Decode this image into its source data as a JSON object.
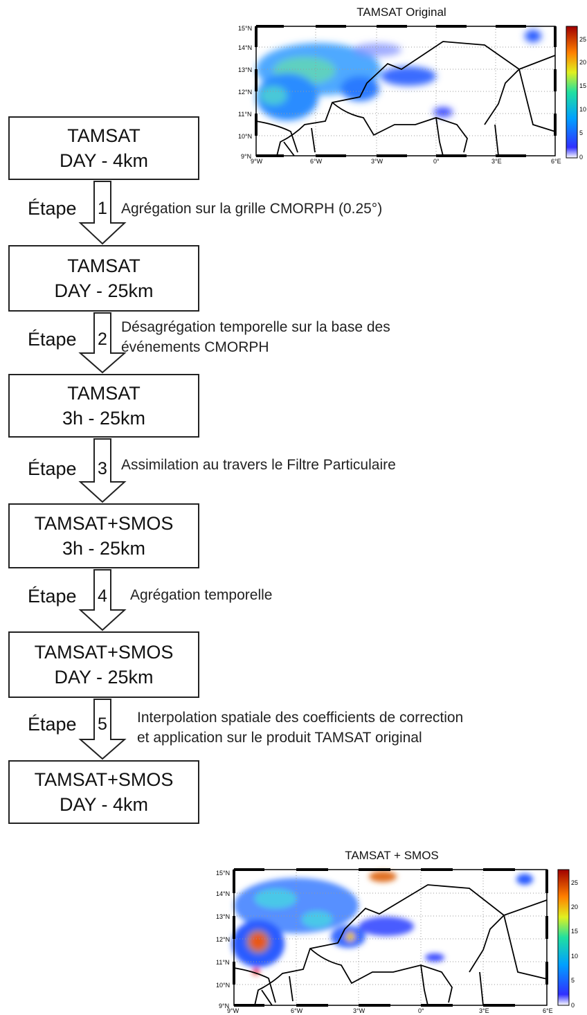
{
  "maps": {
    "top": {
      "title": "TAMSAT  Original"
    },
    "bottom": {
      "title": "TAMSAT  + SMOS"
    },
    "lat_ticks": [
      "9°N",
      "10°N",
      "11°N",
      "12°N",
      "13°N",
      "14°N",
      "15°N"
    ],
    "lon_ticks": [
      "9°W",
      "6°W",
      "3°W",
      "0°",
      "3°E",
      "6°E"
    ],
    "colorbar_ticks": [
      "0",
      "5",
      "10",
      "15",
      "20",
      "25"
    ]
  },
  "boxes": [
    {
      "line1": "TAMSAT",
      "line2": "DAY - 4km"
    },
    {
      "line1": "TAMSAT",
      "line2": "DAY - 25km"
    },
    {
      "line1": "TAMSAT",
      "line2": "3h - 25km"
    },
    {
      "line1": "TAMSAT+SMOS",
      "line2": "3h - 25km"
    },
    {
      "line1": "TAMSAT+SMOS",
      "line2": "DAY - 25km"
    },
    {
      "line1": "TAMSAT+SMOS",
      "line2": "DAY - 4km"
    }
  ],
  "steps": [
    {
      "label": "Étape",
      "number": "1",
      "desc1": "Agrégation sur la grille CMORPH (0.25°)",
      "desc2": ""
    },
    {
      "label": "Étape",
      "number": "2",
      "desc1": "Désagrégation temporelle sur la base des",
      "desc2": "événements CMORPH"
    },
    {
      "label": "Étape",
      "number": "3",
      "desc1": "Assimilation au travers le Filtre Particulaire",
      "desc2": ""
    },
    {
      "label": "Étape",
      "number": "4",
      "desc1": "Agrégation temporelle",
      "desc2": ""
    },
    {
      "label": "Étape",
      "number": "5",
      "desc1": "Interpolation spatiale des coefficients de correction",
      "desc2": "et application sur le produit TAMSAT original"
    }
  ]
}
